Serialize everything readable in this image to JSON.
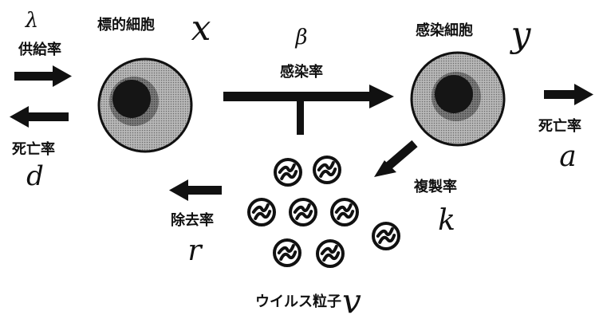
{
  "labels": {
    "supply_symbol": "λ",
    "supply_rate": "供給率",
    "target_cell": "標的細胞",
    "target_symbol": "x",
    "infection_symbol": "β",
    "infection_rate": "感染率",
    "infected_cell": "感染細胞",
    "infected_symbol": "y",
    "target_death_rate": "死亡率",
    "target_death_symbol": "d",
    "infected_death_rate": "死亡率",
    "infected_death_symbol": "a",
    "replication_rate": "複製率",
    "replication_symbol": "k",
    "clearance_rate": "除去率",
    "clearance_symbol": "r",
    "virus_particle": "ウイルス粒子",
    "virus_symbol": "v"
  },
  "colors": {
    "ink": "#111111",
    "cytoplasm": "#a7a7a7",
    "nucleus": "#151515",
    "nucleus_halo": "#6e6e6e"
  },
  "icons": {
    "virus": "virus-particle-icon"
  }
}
